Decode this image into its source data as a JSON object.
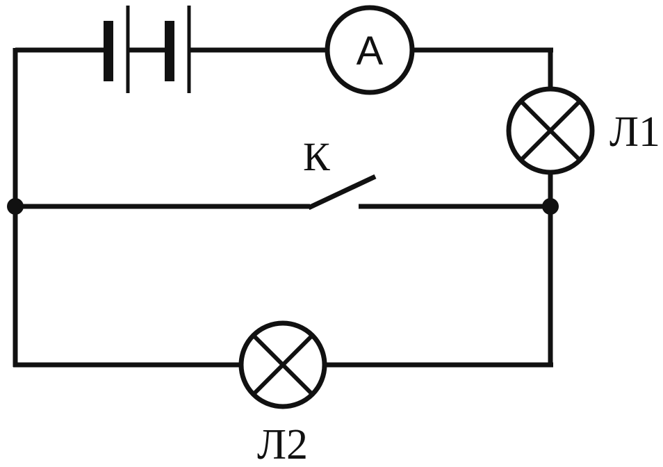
{
  "labels": {
    "ammeter": "A",
    "lamp1": "Л1",
    "lamp2": "Л2",
    "switch": "К"
  },
  "colors": {
    "ink": "#111111",
    "background": "#ffffff"
  }
}
